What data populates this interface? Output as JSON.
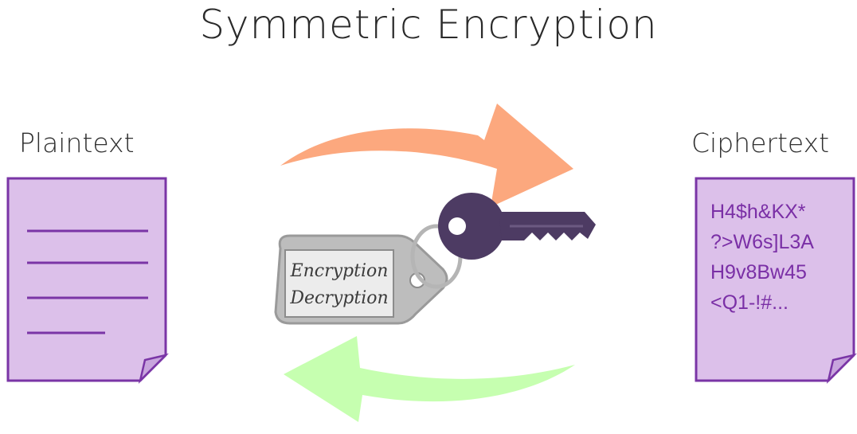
{
  "title": "Symmetric Encryption",
  "plaintext": {
    "label": "Plaintext"
  },
  "ciphertext": {
    "label": "Ciphertext",
    "lines": [
      "H4$h&KX*",
      "?>W6s]L3A",
      "H9v8Bw45",
      "<Q1-!#..."
    ]
  },
  "key_tag": {
    "line1": "Encryption",
    "line2": "Decryption"
  },
  "colors": {
    "document_fill": "#dcc0ea",
    "document_border": "#7a35a6",
    "cipher_text": "#7a2fa6",
    "top_arrow": "#fca87e",
    "bottom_arrow": "#c6ffb0",
    "key": "#4d3b63",
    "tag_fill": "#bdbdbd"
  },
  "icons": {
    "top_arrow": "arrow-right-curved-icon",
    "bottom_arrow": "arrow-left-curved-icon",
    "key": "key-icon",
    "document": "document-icon"
  }
}
